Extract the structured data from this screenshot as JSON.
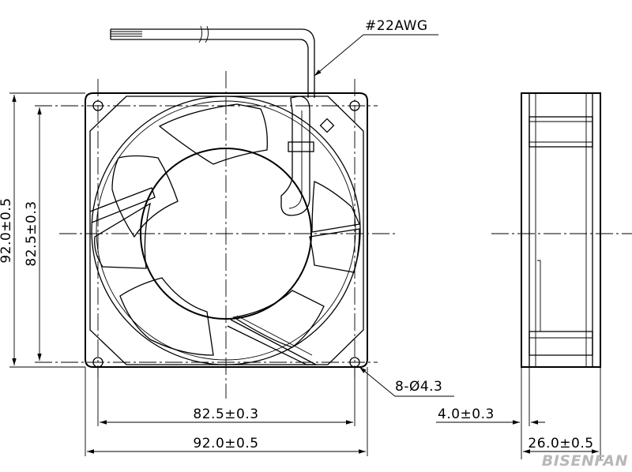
{
  "labels": {
    "wire": "#22AWG",
    "height_overall": "92.0±0.5",
    "height_holes": "82.5±0.3",
    "width_holes": "82.5±0.3",
    "width_overall": "92.0±0.5",
    "holes": "8-Ø4.3",
    "flange": "4.0±0.3",
    "depth": "26.0±0.5"
  },
  "logo": "BISENFAN"
}
